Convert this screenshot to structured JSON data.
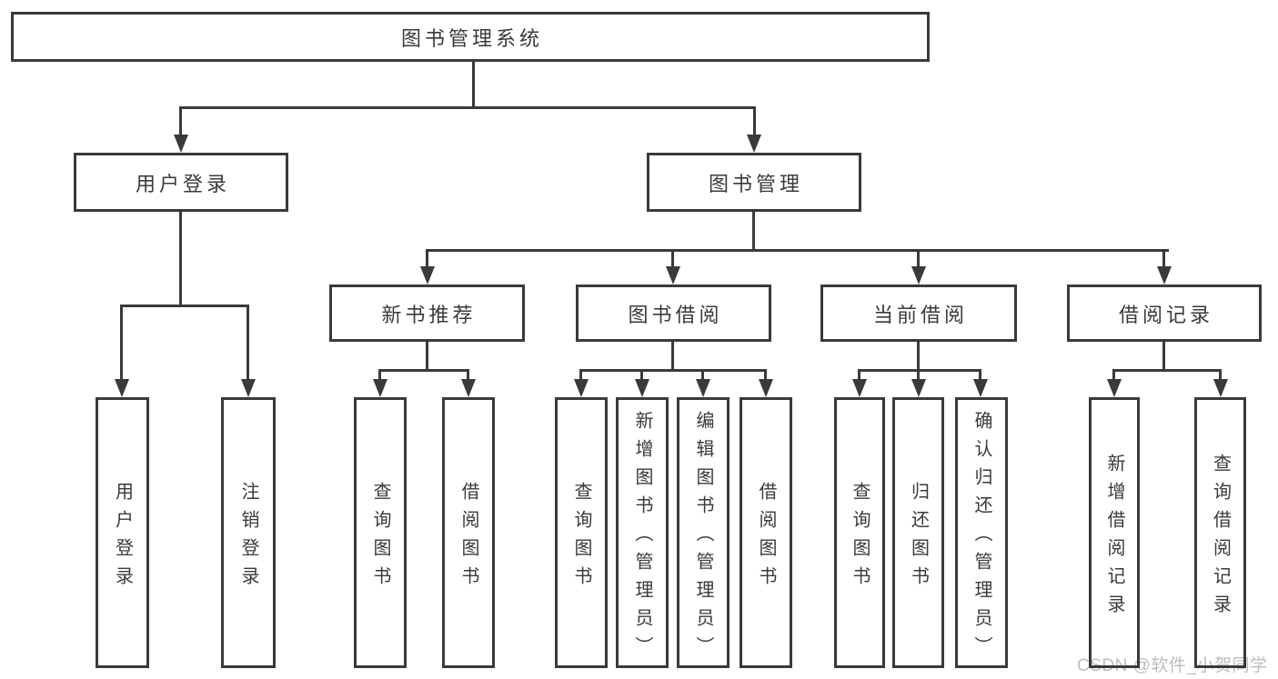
{
  "diagram": {
    "root_label": "图书管理系统",
    "level2": {
      "user_login": "用户登录",
      "book_mgmt": "图书管理"
    },
    "level3": {
      "new_book": "新书推荐",
      "book_borrow": "图书借阅",
      "current_borrow": "当前借阅",
      "borrow_records": "借阅记录"
    },
    "leaves": {
      "user_login": [
        "用户登录",
        "注销登录"
      ],
      "new_book": [
        "查询图书",
        "借阅图书"
      ],
      "book_borrow": [
        "查询图书",
        "新增图书（管理员）",
        "编辑图书（管理员）",
        "借阅图书"
      ],
      "current_borrow": [
        "查询图书",
        "归还图书",
        "确认归还（管理员）"
      ],
      "borrow_records": [
        "新增借阅记录",
        "查询借阅记录"
      ]
    }
  },
  "watermark_text": "CSDN @软件_小贺同学",
  "colors": {
    "line": "#3a3a3a",
    "text": "#3a3a3a",
    "box_bg": "#ffffff",
    "page_bg": "#ffffff",
    "watermark": "#bdbdbd"
  }
}
